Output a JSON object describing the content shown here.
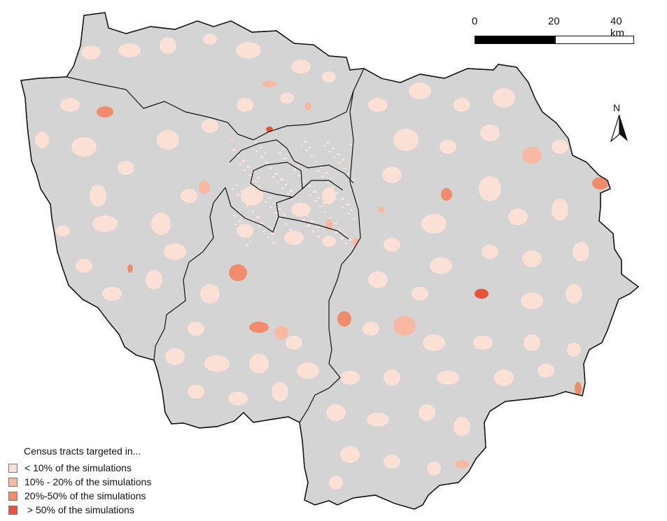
{
  "scale_bar": {
    "labels": [
      "0",
      "20",
      "40 km"
    ]
  },
  "north_arrow": {
    "label": "N",
    "icon": "north-arrow-icon"
  },
  "legend": {
    "title": "Census tracts targeted in...",
    "items": [
      {
        "label": "< 10% of the simulations",
        "color": "#fbe0d6"
      },
      {
        "label": "10% - 20% of the simulations",
        "color": "#f7b9a2"
      },
      {
        "label": "20%-50% of the simulations",
        "color": "#f08c6c"
      },
      {
        "label": " > 50% of the simulations",
        "color": "#e8533b"
      }
    ]
  },
  "colors": {
    "territory": "#d4d4d4",
    "border": "#111111"
  }
}
